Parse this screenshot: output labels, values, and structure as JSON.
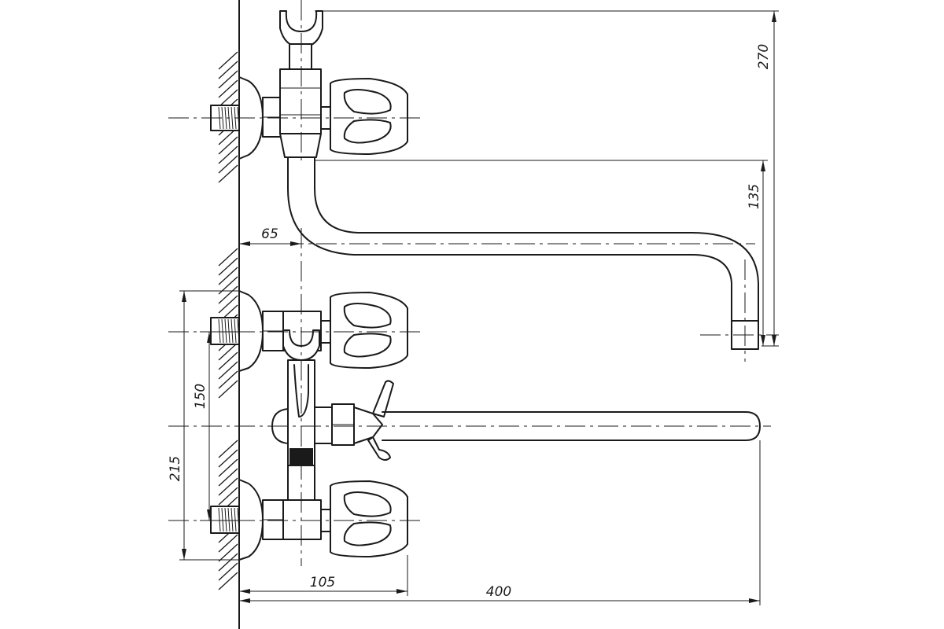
{
  "drawing": {
    "type": "technical-drawing",
    "subject": "wall-mounted bath mixer faucet with long swivel spout and shower diverter",
    "line_color": "#1a1a1a",
    "background": "#ffffff"
  },
  "dimensions": {
    "height_top": "270",
    "spout_height": "135",
    "spout_offset": "65",
    "handle_spacing": "150",
    "total_height": "215",
    "body_depth": "105",
    "spout_length": "400"
  }
}
